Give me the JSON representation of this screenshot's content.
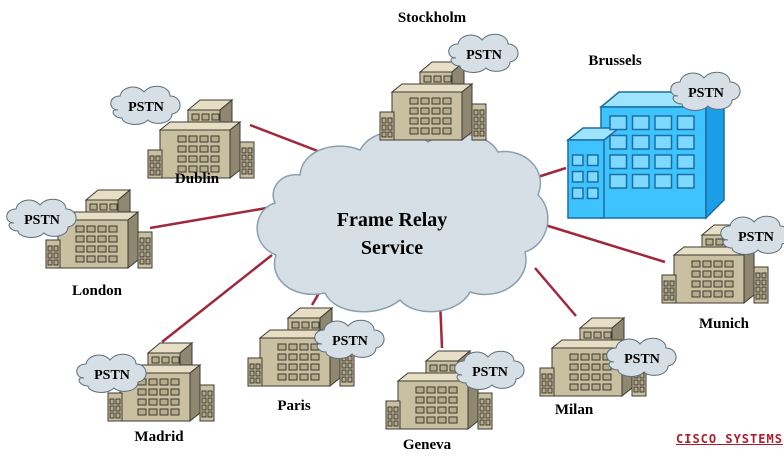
{
  "cloud": {
    "line1": "Frame Relay",
    "line2": "Service"
  },
  "pstn_label": "PSTN",
  "sites": [
    {
      "id": "stockholm",
      "name": "Stockholm",
      "highlighted": false
    },
    {
      "id": "brussels",
      "name": "Brussels",
      "highlighted": true
    },
    {
      "id": "dublin",
      "name": "Dublin",
      "highlighted": false
    },
    {
      "id": "london",
      "name": "London",
      "highlighted": false
    },
    {
      "id": "munich",
      "name": "Munich",
      "highlighted": false
    },
    {
      "id": "madrid",
      "name": "Madrid",
      "highlighted": false
    },
    {
      "id": "paris",
      "name": "Paris",
      "highlighted": false
    },
    {
      "id": "geneva",
      "name": "Geneva",
      "highlighted": false
    },
    {
      "id": "milan",
      "name": "Milan",
      "highlighted": false
    }
  ],
  "links": [
    "stockholm",
    "brussels",
    "dublin",
    "london",
    "munich",
    "madrid",
    "paris",
    "geneva",
    "milan"
  ],
  "logo": "CISCO SYSTEMS",
  "colors": {
    "link": "#a0283c",
    "cloud": "#d6dfe6",
    "building_front": "#c9c0a2",
    "building_side": "#8f8770",
    "building_top": "#e6dfc6",
    "highlight_front": "#3fc3ff",
    "highlight_side": "#1c9ee6",
    "highlight_top": "#9fe4ff"
  }
}
